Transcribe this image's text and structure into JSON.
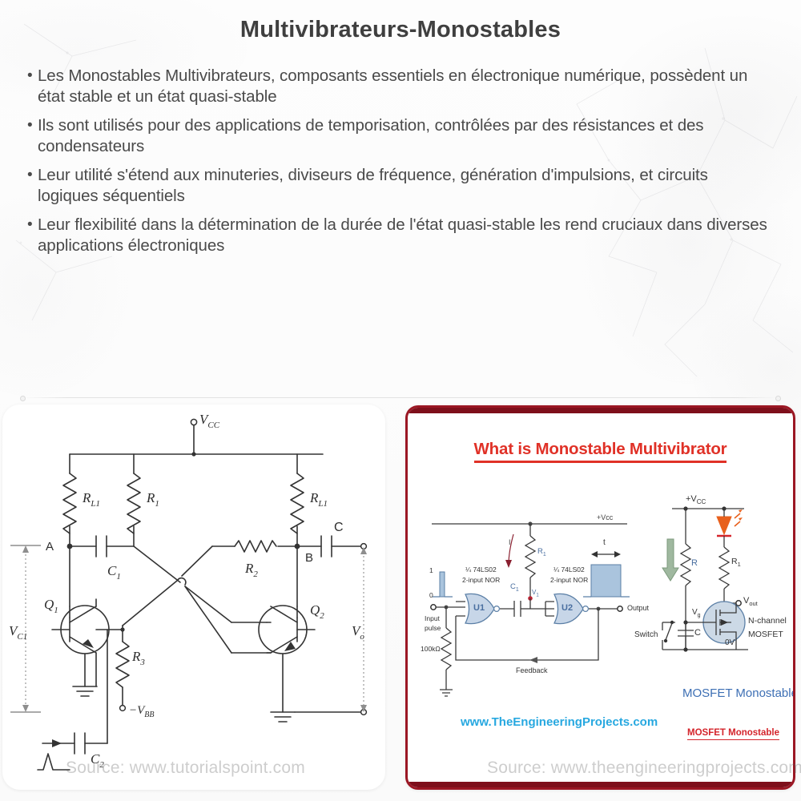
{
  "slide": {
    "title": "Multivibrateurs-Monostables",
    "bullet_marker": "•",
    "bullets": [
      "Les Monostables Multivibrateurs, composants essentiels en électronique numérique, possèdent un état stable et un état quasi-stable",
      "Ils sont utilisés pour des applications de temporisation, contrôlées par des résistances et des condensateurs",
      "Leur utilité s'étend aux minuteries, diviseurs de fréquence, génération d'impulsions, et circuits logiques séquentiels",
      "Leur flexibilité dans la détermination de la durée de l'état quasi-stable les rend cruciaux dans diverses applications électroniques"
    ],
    "text_color": "#4a4a4a",
    "background_color": "#fbfbfb"
  },
  "left_card": {
    "watermark": "Source: www.tutorialspoint.com",
    "diagram_type": "transistor-monostable-multivibrator-schematic",
    "labels": {
      "vcc": "V",
      "vcc_sub": "CC",
      "rl1_left": "R",
      "rl1_left_sub": "L1",
      "r1": "R",
      "r1_sub": "1",
      "rl1_right": "R",
      "rl1_right_sub": "L1",
      "r2": "R",
      "r2_sub": "2",
      "r3": "R",
      "r3_sub": "3",
      "c1": "C",
      "c1_sub": "1",
      "c2": "C",
      "c2_sub": "2",
      "c_out": "C",
      "node_a": "A",
      "node_b": "B",
      "q1": "Q",
      "q1_sub": "1",
      "q2": "Q",
      "q2_sub": "2",
      "vc1": "V",
      "vc1_sub": "C1",
      "vo": "V",
      "vo_sub": "o",
      "vbb": "−V",
      "vbb_sub": "BB"
    }
  },
  "right_card": {
    "title": "What is Monostable Multivibrator",
    "title_color": "#e03127",
    "border_color": "#9b1724",
    "watermark": "Source: www.theengineeringprojects.com",
    "brand_url": "www.TheEngineeringProjects.com",
    "brand_url_color": "#27a8e0",
    "nor_circuit": {
      "supply_label": "+Vcc",
      "gate1_part": "¼ 74LS02",
      "gate1_type": "2-input NOR",
      "gate2_part": "¼ 74LS02",
      "gate2_type": "2-input NOR",
      "gate1_name": "U1",
      "gate2_name": "U2",
      "cap_label": "C",
      "cap_sub": "1",
      "res_label": "R",
      "res_sub": "1",
      "node_label": "V",
      "node_sub": "1",
      "current_label": "I",
      "input_level_high": "1",
      "input_level_low": "0",
      "input_label_line1": "Input",
      "input_label_line2": "pulse",
      "pulldown_resistor": "100kΩ",
      "output_label": "Output",
      "feedback_label": "Feedback",
      "pulse_width_label": "t"
    },
    "mosfet_circuit": {
      "supply_label": "+V",
      "supply_sub": "CC",
      "r_label": "R",
      "r1_label": "R",
      "r1_sub": "1",
      "vout_label": "V",
      "vout_sub": "out",
      "vg_label": "V",
      "vg_sub": "g",
      "cap_label": "C",
      "switch_label": "Switch",
      "ground_label": "0V",
      "device_line1": "N-channel",
      "device_line2": "MOSFET",
      "caption": "MOSFET Monostable",
      "caption_color": "#3d6fb4",
      "badge": "MOSFET Monostable",
      "badge_color": "#d4242b",
      "led_color": "#e8601c"
    }
  }
}
